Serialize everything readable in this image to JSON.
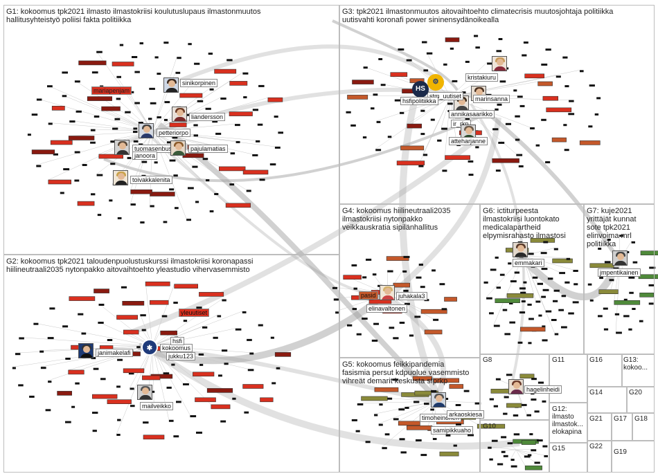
{
  "colors": {
    "red_node": "#d9301f",
    "dark_red_node": "#8a1a10",
    "orange_node": "#c4582a",
    "olive_node": "#8a8a3a",
    "green_node": "#4f8a3a",
    "edge_gray": "#9a9a9a",
    "box_border": "#bdbdbd",
    "logo_blue": "#1e3a7a",
    "logo_yellow": "#f0b400"
  },
  "groups": [
    {
      "id": "G1",
      "title": "G1: kokoomus tpk2021 ilmasto ilmastokriisi koulutuslupaus ilmastonmuutos\nhallitusyhteistyö poliisi fakta politiikka"
    },
    {
      "id": "G2",
      "title": "G2: kokoomus tpk2021 taloudenpuolustuskurssi ilmastokriisi koronapassi\nhiilineutraali2035 nytonpakko aitovaihtoehto yleastudio vihervasemmisto"
    },
    {
      "id": "G3",
      "title": "G3: tpk2021 ilmastonmuutos aitovaihtoehto climatecrisis muutosjohtaja politiikka\nuutisvahti koronafi power sininensydänoikealla"
    },
    {
      "id": "G4",
      "title": "G4: kokoomus hiilineutraali2035\nilmastokriisi nytonpakko\nveikkauskratia sipilänhallitus"
    },
    {
      "id": "G5",
      "title": "G5: kokoomus feikkipandemia\nfasismia persut kdpuolue vasemmisto\nvihreät demarit keskusta sfprkp"
    },
    {
      "id": "G6",
      "title": "G6: ictiturpeesta\nilmastokriisi luontokato\nmedicalapartheid\nelpymisrahasto ilmastosi"
    },
    {
      "id": "G7",
      "title": "G7: kuje2021\nyrittäjät kunnat\nsote tpk2021\nelinvoima mrl\npolitiikka"
    },
    {
      "id": "G8",
      "title": "G8"
    },
    {
      "id": "G9",
      "title": "G9"
    },
    {
      "id": "G10",
      "title": "G10"
    },
    {
      "id": "G11",
      "title": "G11"
    },
    {
      "id": "G12",
      "title": "G12:\nilmasto\nilmastok...\nelokapina"
    },
    {
      "id": "G13",
      "title": "G13:\nkokoo..."
    },
    {
      "id": "G14",
      "title": "G14"
    },
    {
      "id": "G15",
      "title": "G15"
    },
    {
      "id": "G16",
      "title": "G16"
    },
    {
      "id": "G17",
      "title": "G17"
    },
    {
      "id": "G18",
      "title": "G18"
    },
    {
      "id": "G19",
      "title": "G19"
    },
    {
      "id": "G20",
      "title": "G20"
    },
    {
      "id": "G21",
      "title": "G21"
    },
    {
      "id": "G22",
      "title": "G22"
    }
  ],
  "users": [
    {
      "name": "sinikorpinen",
      "group": "G1"
    },
    {
      "name": "liandersson",
      "group": "G1"
    },
    {
      "name": "petteriorpo",
      "group": "G1"
    },
    {
      "name": "tuomasenbuske",
      "group": "G1"
    },
    {
      "name": "janoora",
      "group": "G1"
    },
    {
      "name": "pajulamatias",
      "group": "G1"
    },
    {
      "name": "toivakkalenita",
      "group": "G1"
    },
    {
      "name": "mariapenjam",
      "group": "G1"
    },
    {
      "name": "janimakelafi",
      "group": "G2"
    },
    {
      "name": "kokoomus",
      "group": "G2"
    },
    {
      "name": "hsfi",
      "group": "G2"
    },
    {
      "name": "jukku123",
      "group": "G2"
    },
    {
      "name": "mailveikko",
      "group": "G2"
    },
    {
      "name": "yleuutiset",
      "group": "G2"
    },
    {
      "name": "kristakiuru",
      "group": "G3"
    },
    {
      "name": "marinsanna",
      "group": "G3"
    },
    {
      "name": "annikasaarikko",
      "group": "G3"
    },
    {
      "name": "stm_uutiset",
      "group": "G3"
    },
    {
      "name": "hsfipolitiikka",
      "group": "G3"
    },
    {
      "name": "ir_rkp",
      "group": "G3"
    },
    {
      "name": "atteharjanne",
      "group": "G3"
    },
    {
      "name": "juhakala3",
      "group": "G4"
    },
    {
      "name": "elinavaltonen",
      "group": "G4"
    },
    {
      "name": "pasid",
      "group": "G4"
    },
    {
      "name": "emmakari",
      "group": "G6"
    },
    {
      "name": "jmpentikainen",
      "group": "G7"
    },
    {
      "name": "hagelinheidi",
      "group": "G8"
    },
    {
      "name": "timoheinonen",
      "group": "G5"
    },
    {
      "name": "samipikkuaho",
      "group": "G5"
    },
    {
      "name": "arkaoskiesa",
      "group": "G5"
    }
  ]
}
